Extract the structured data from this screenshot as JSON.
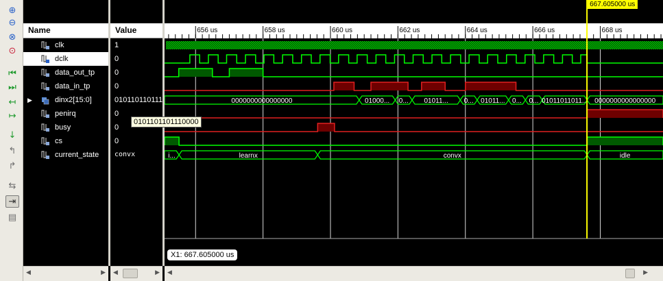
{
  "toolbar": {
    "buttons": [
      {
        "icon": "zoom-in-icon",
        "glyph": "⊕",
        "color": "#2a62c9"
      },
      {
        "icon": "zoom-out-icon",
        "glyph": "⊖",
        "color": "#2a62c9"
      },
      {
        "icon": "zoom-fit-icon",
        "glyph": "⊗",
        "color": "#2a62c9"
      },
      {
        "icon": "zoom-cursor-icon",
        "glyph": "⊙",
        "color": "#c9203a"
      },
      {
        "icon": "go-to-start-icon",
        "glyph": "⏮",
        "color": "#1f9a2e"
      },
      {
        "icon": "go-to-end-icon",
        "glyph": "⏭",
        "color": "#1f9a2e"
      },
      {
        "icon": "previous-transition-icon",
        "glyph": "↤",
        "color": "#1f9a2e"
      },
      {
        "icon": "next-transition-icon",
        "glyph": "↦",
        "color": "#1f9a2e"
      },
      {
        "icon": "add-marker-icon",
        "glyph": "↓",
        "color": "#1f9a2e"
      },
      {
        "icon": "previous-marker-icon",
        "glyph": "↰",
        "color": "#707070"
      },
      {
        "icon": "next-marker-icon",
        "glyph": "↱",
        "color": "#707070"
      },
      {
        "icon": "swap-cursors-icon",
        "glyph": "⇆",
        "color": "#707070"
      },
      {
        "icon": "snap-to-transition-icon",
        "glyph": "⇥",
        "color": "#303030",
        "active": true
      },
      {
        "icon": "floating-ruler-icon",
        "glyph": "▤",
        "color": "#707070"
      }
    ]
  },
  "headers": {
    "name": "Name",
    "value": "Value"
  },
  "signals": [
    {
      "name": "clk",
      "value": "1",
      "kind": "bit"
    },
    {
      "name": "dclk",
      "value": "0",
      "kind": "bit",
      "selected": true
    },
    {
      "name": "data_out_tp",
      "value": "0",
      "kind": "bit"
    },
    {
      "name": "data_in_tp",
      "value": "0",
      "kind": "bit"
    },
    {
      "name": "dinx2[15:0]",
      "value": "0101101101110000",
      "kind": "bus",
      "expandable": true
    },
    {
      "name": "penirq",
      "value": "0",
      "kind": "bit"
    },
    {
      "name": "busy",
      "value": "0",
      "kind": "bit"
    },
    {
      "name": "cs",
      "value": "0",
      "kind": "bit"
    },
    {
      "name": "current_state",
      "value": "convx",
      "kind": "state"
    }
  ],
  "timeline": {
    "ticks": [
      "656 us",
      "658 us",
      "660 us",
      "662 us",
      "664 us",
      "666 us",
      "668 us"
    ],
    "tick_values_us": [
      656,
      658,
      660,
      662,
      664,
      666,
      668
    ],
    "view_start_us": 655.08,
    "view_end_us": 669.86
  },
  "cursor": {
    "label": "667.605000 us",
    "time_us": 667.605,
    "color": "#ffff00"
  },
  "tooltip": {
    "text": "0101101101110000"
  },
  "readout": {
    "text": "X1: 667.605000 us"
  },
  "colors": {
    "green": "#00ff00",
    "green_fill": "#005a00",
    "red": "#e02020",
    "red_fill": "#6e0000",
    "grid": "#ffffff"
  },
  "waves": {
    "clk": {
      "pattern": "dense-high"
    },
    "dclk": {
      "high_intervals": [
        [
          655.83,
          656.12
        ],
        [
          656.38,
          656.67
        ],
        [
          656.92,
          657.22
        ],
        [
          657.48,
          657.78
        ],
        [
          658.03,
          658.32
        ],
        [
          658.58,
          658.88
        ],
        [
          659.14,
          659.43
        ],
        [
          659.69,
          659.99
        ],
        [
          660.24,
          660.54
        ],
        [
          660.79,
          661.09
        ],
        [
          661.35,
          661.64
        ],
        [
          661.9,
          662.19
        ],
        [
          662.45,
          662.75
        ],
        [
          663.01,
          663.3
        ],
        [
          663.56,
          663.86
        ],
        [
          664.11,
          664.41
        ],
        [
          664.66,
          664.96
        ],
        [
          665.22,
          665.51
        ],
        [
          665.77,
          666.06
        ],
        [
          666.32,
          666.62
        ],
        [
          666.88,
          667.17
        ],
        [
          667.42,
          667.61
        ]
      ],
      "after_cursor": "low"
    },
    "data_out_tp": {
      "high_intervals": [
        [
          655.5,
          656.5
        ],
        [
          657.0,
          658.0
        ]
      ]
    },
    "data_in_tp": {
      "high_intervals": [
        [
          660.1,
          660.7
        ],
        [
          661.2,
          662.3
        ],
        [
          662.7,
          663.4
        ],
        [
          664.0,
          665.5
        ]
      ]
    },
    "dinx2": {
      "segments": [
        {
          "start": 655.08,
          "end": 660.85,
          "label": "0000000000000000"
        },
        {
          "start": 660.85,
          "end": 661.92,
          "label": "01000..."
        },
        {
          "start": 661.92,
          "end": 662.42,
          "label": "0..."
        },
        {
          "start": 662.42,
          "end": 663.85,
          "label": "01011..."
        },
        {
          "start": 663.85,
          "end": 664.35,
          "label": "0..."
        },
        {
          "start": 664.35,
          "end": 665.28,
          "label": "01011..."
        },
        {
          "start": 665.28,
          "end": 665.78,
          "label": "0..."
        },
        {
          "start": 665.78,
          "end": 666.28,
          "label": "0..."
        },
        {
          "start": 666.28,
          "end": 667.61,
          "label": "01011011011..."
        },
        {
          "start": 667.61,
          "end": 669.86,
          "label": "0000000000000000"
        }
      ]
    },
    "penirq": {
      "high_intervals": [
        [
          667.61,
          669.86
        ]
      ]
    },
    "busy": {
      "high_intervals": [
        [
          659.62,
          660.12
        ]
      ]
    },
    "cs": {
      "high_intervals": [
        [
          655.08,
          655.51
        ],
        [
          667.61,
          669.86
        ]
      ]
    },
    "current_state": {
      "segments": [
        {
          "start": 655.08,
          "end": 655.51,
          "label": "i..."
        },
        {
          "start": 655.51,
          "end": 659.62,
          "label": "learnx"
        },
        {
          "start": 659.62,
          "end": 667.61,
          "label": "convx"
        },
        {
          "start": 667.61,
          "end": 669.86,
          "label": "idle"
        }
      ]
    }
  }
}
